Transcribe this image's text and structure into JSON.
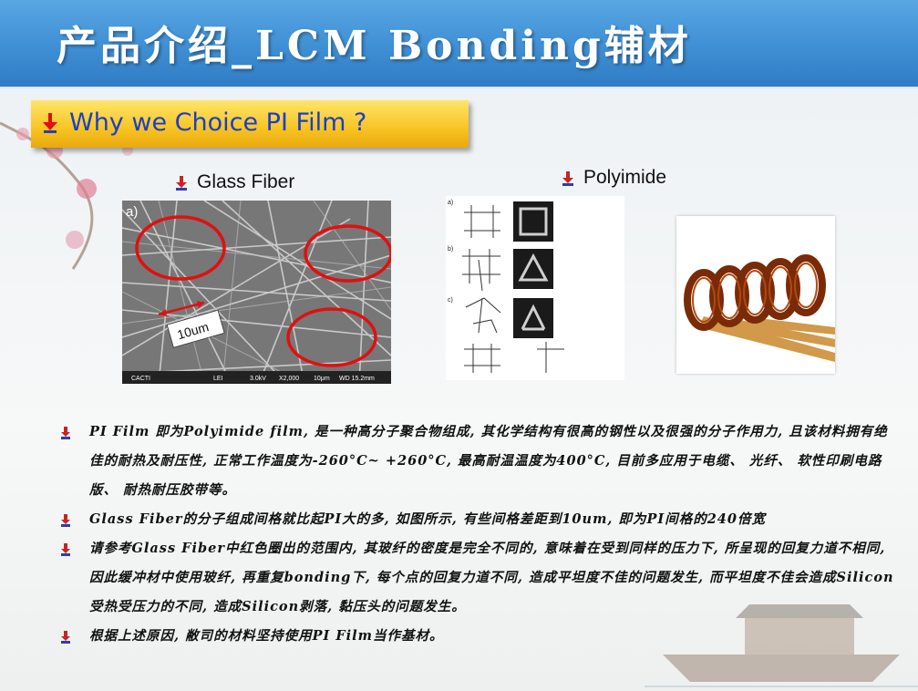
{
  "header": {
    "title": "产品介绍_LCM Bonding辅材"
  },
  "banner": {
    "text": "Why we Choice PI Film ?"
  },
  "captions": {
    "left": "Glass Fiber",
    "right": "Polyimide"
  },
  "sem_image": {
    "panel_label": "a)",
    "scale_label": "10um",
    "footer": [
      "CACTI",
      "LEI",
      "3.0kV",
      "X2,000",
      "10μm",
      "WD 15.2mm"
    ]
  },
  "molecule_image": {
    "labels": [
      "a)",
      "b)",
      "c)"
    ]
  },
  "bullets": [
    "PI Film 即为Polyimide film, 是一种高分子聚合物组成, 其化学结构有很高的钢性以及很强的分子作用力, 且该材料拥有绝佳的耐热及耐压性, 正常工作温度为-260°C~ +260°C, 最高耐温温度为400°C, 目前多应用于电缆、 光纤、 软性印刷电路版、 耐热耐压胶带等。",
    "Glass Fiber的分子组成间格就比起PI大的多, 如图所示, 有些间格差距到10um, 即为PI间格的240倍宽",
    "请参考Glass Fiber中红色圈出的范围内, 其玻纤的密度是完全不同的, 意味着在受到同样的压力下, 所呈现的回复力道不相同, 因此缓冲材中使用玻纤, 再重复bonding下, 每个点的回复力道不同, 造成平坦度不佳的问题发生, 而平坦度不佳会造成Silicon受热受压力的不同, 造成Silicon剥落, 黏压头的问题发生。",
    "根据上述原因, 敝司的材料坚持使用PI Film当作基材。"
  ],
  "colors": {
    "header": "#3f8fd4",
    "banner": "#f7c423",
    "banner_text": "#1a3fc7",
    "circle": "#e01010"
  }
}
